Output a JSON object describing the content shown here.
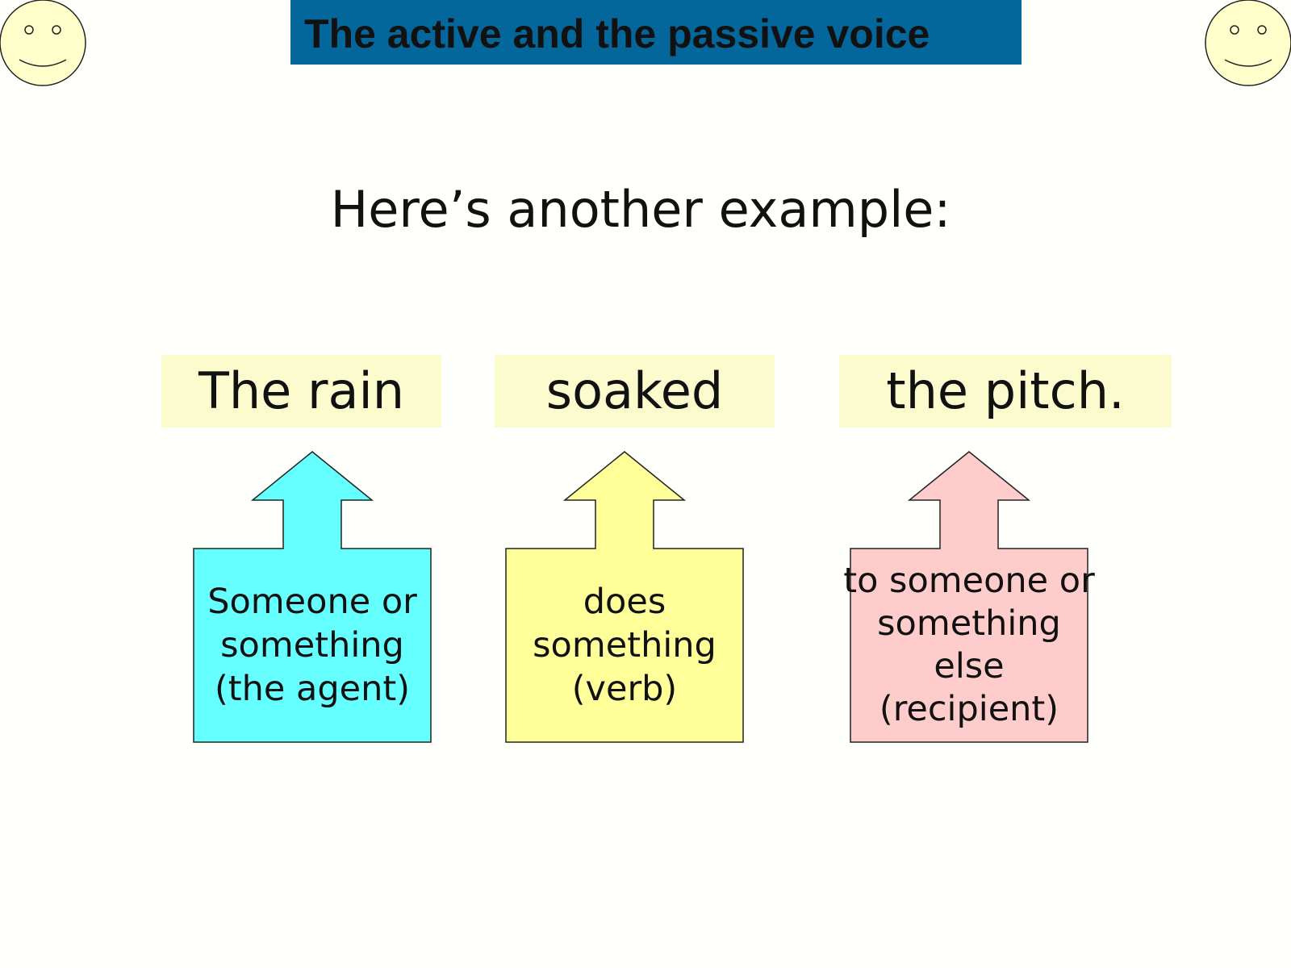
{
  "slide": {
    "title": "The active and the passive voice",
    "subtitle": "Here’s another example:"
  },
  "sentence_parts": [
    {
      "word": "The rain",
      "role_lines": [
        "Someone or",
        "something",
        "(the agent)"
      ],
      "color": "#66ffff"
    },
    {
      "word": "soaked",
      "role_lines": [
        "does",
        "something",
        "(verb)"
      ],
      "color": "#ffff99"
    },
    {
      "word": "the pitch.",
      "role_lines": [
        "to someone or",
        "something",
        "else",
        "(recipient)"
      ],
      "color": "#ffcccc"
    }
  ],
  "colors": {
    "title_bar": "#04679b",
    "word_box": "#fbfbcd",
    "smiley_face": "#ffffcc"
  },
  "icons": [
    "smiley-face-icon",
    "smiley-face-icon"
  ]
}
